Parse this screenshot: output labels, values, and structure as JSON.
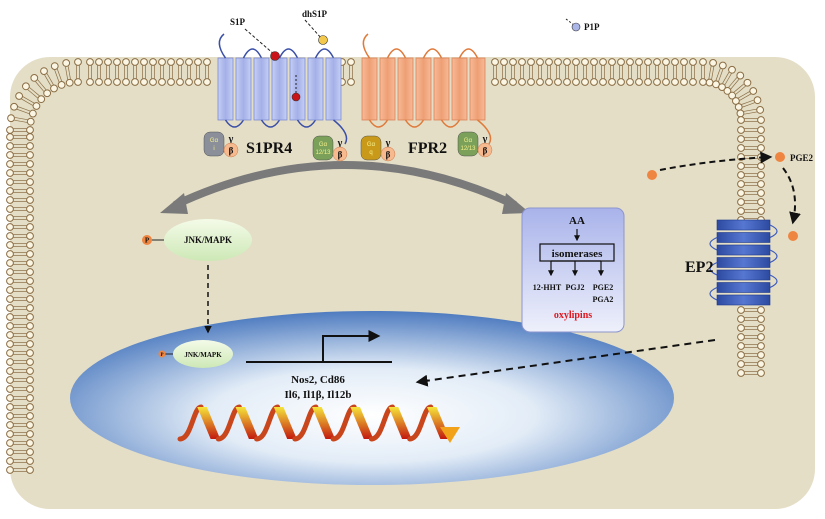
{
  "ligands": {
    "s1p": "S1P",
    "dhs1p": "dhS1P",
    "p1p": "P1P",
    "pge2": "PGE2"
  },
  "receptors": {
    "s1pr4": "S1PR4",
    "fpr2": "FPR2",
    "ep2": "EP2"
  },
  "g_proteins": [
    {
      "alpha": "Gα",
      "alpha_sub": "i",
      "gamma": "γ",
      "beta": "β",
      "color": "#8a8f99"
    },
    {
      "alpha": "Gα",
      "alpha_sub": "12/13",
      "gamma": "γ",
      "beta": "β",
      "color": "#7aa05a"
    },
    {
      "alpha": "Gα",
      "alpha_sub": "q",
      "gamma": "γ",
      "beta": "β",
      "color": "#c99a1a"
    },
    {
      "alpha": "Gα",
      "alpha_sub": "12/13",
      "gamma": "γ",
      "beta": "β",
      "color": "#7aa05a"
    }
  ],
  "signaling": {
    "jnk_cyto": "JNK/MAPK",
    "jnk_nuc": "JNK/MAPK",
    "phospho": "P"
  },
  "pathway": {
    "aa": "AA",
    "isomerases": "isomerases",
    "products": [
      "12-HHT",
      "PGJ2",
      "PGE2",
      "PGA2"
    ],
    "oxylipins": "oxylipins"
  },
  "genes": {
    "line1": "Nos2, Cd86",
    "line2": "Il6, Il1β, Il12b"
  },
  "colors": {
    "cell": "#e4dec6",
    "s1pr4": "#aeb9ec",
    "fpr2": "#f2a77f",
    "ep2": "#3b5bb8",
    "ligand_red": "#c9141a",
    "ligand_yellow": "#f2c94c",
    "pge2_dot": "#ee8540",
    "oxylipin_text": "#e0161e",
    "nucleus": "#5b83c4"
  }
}
